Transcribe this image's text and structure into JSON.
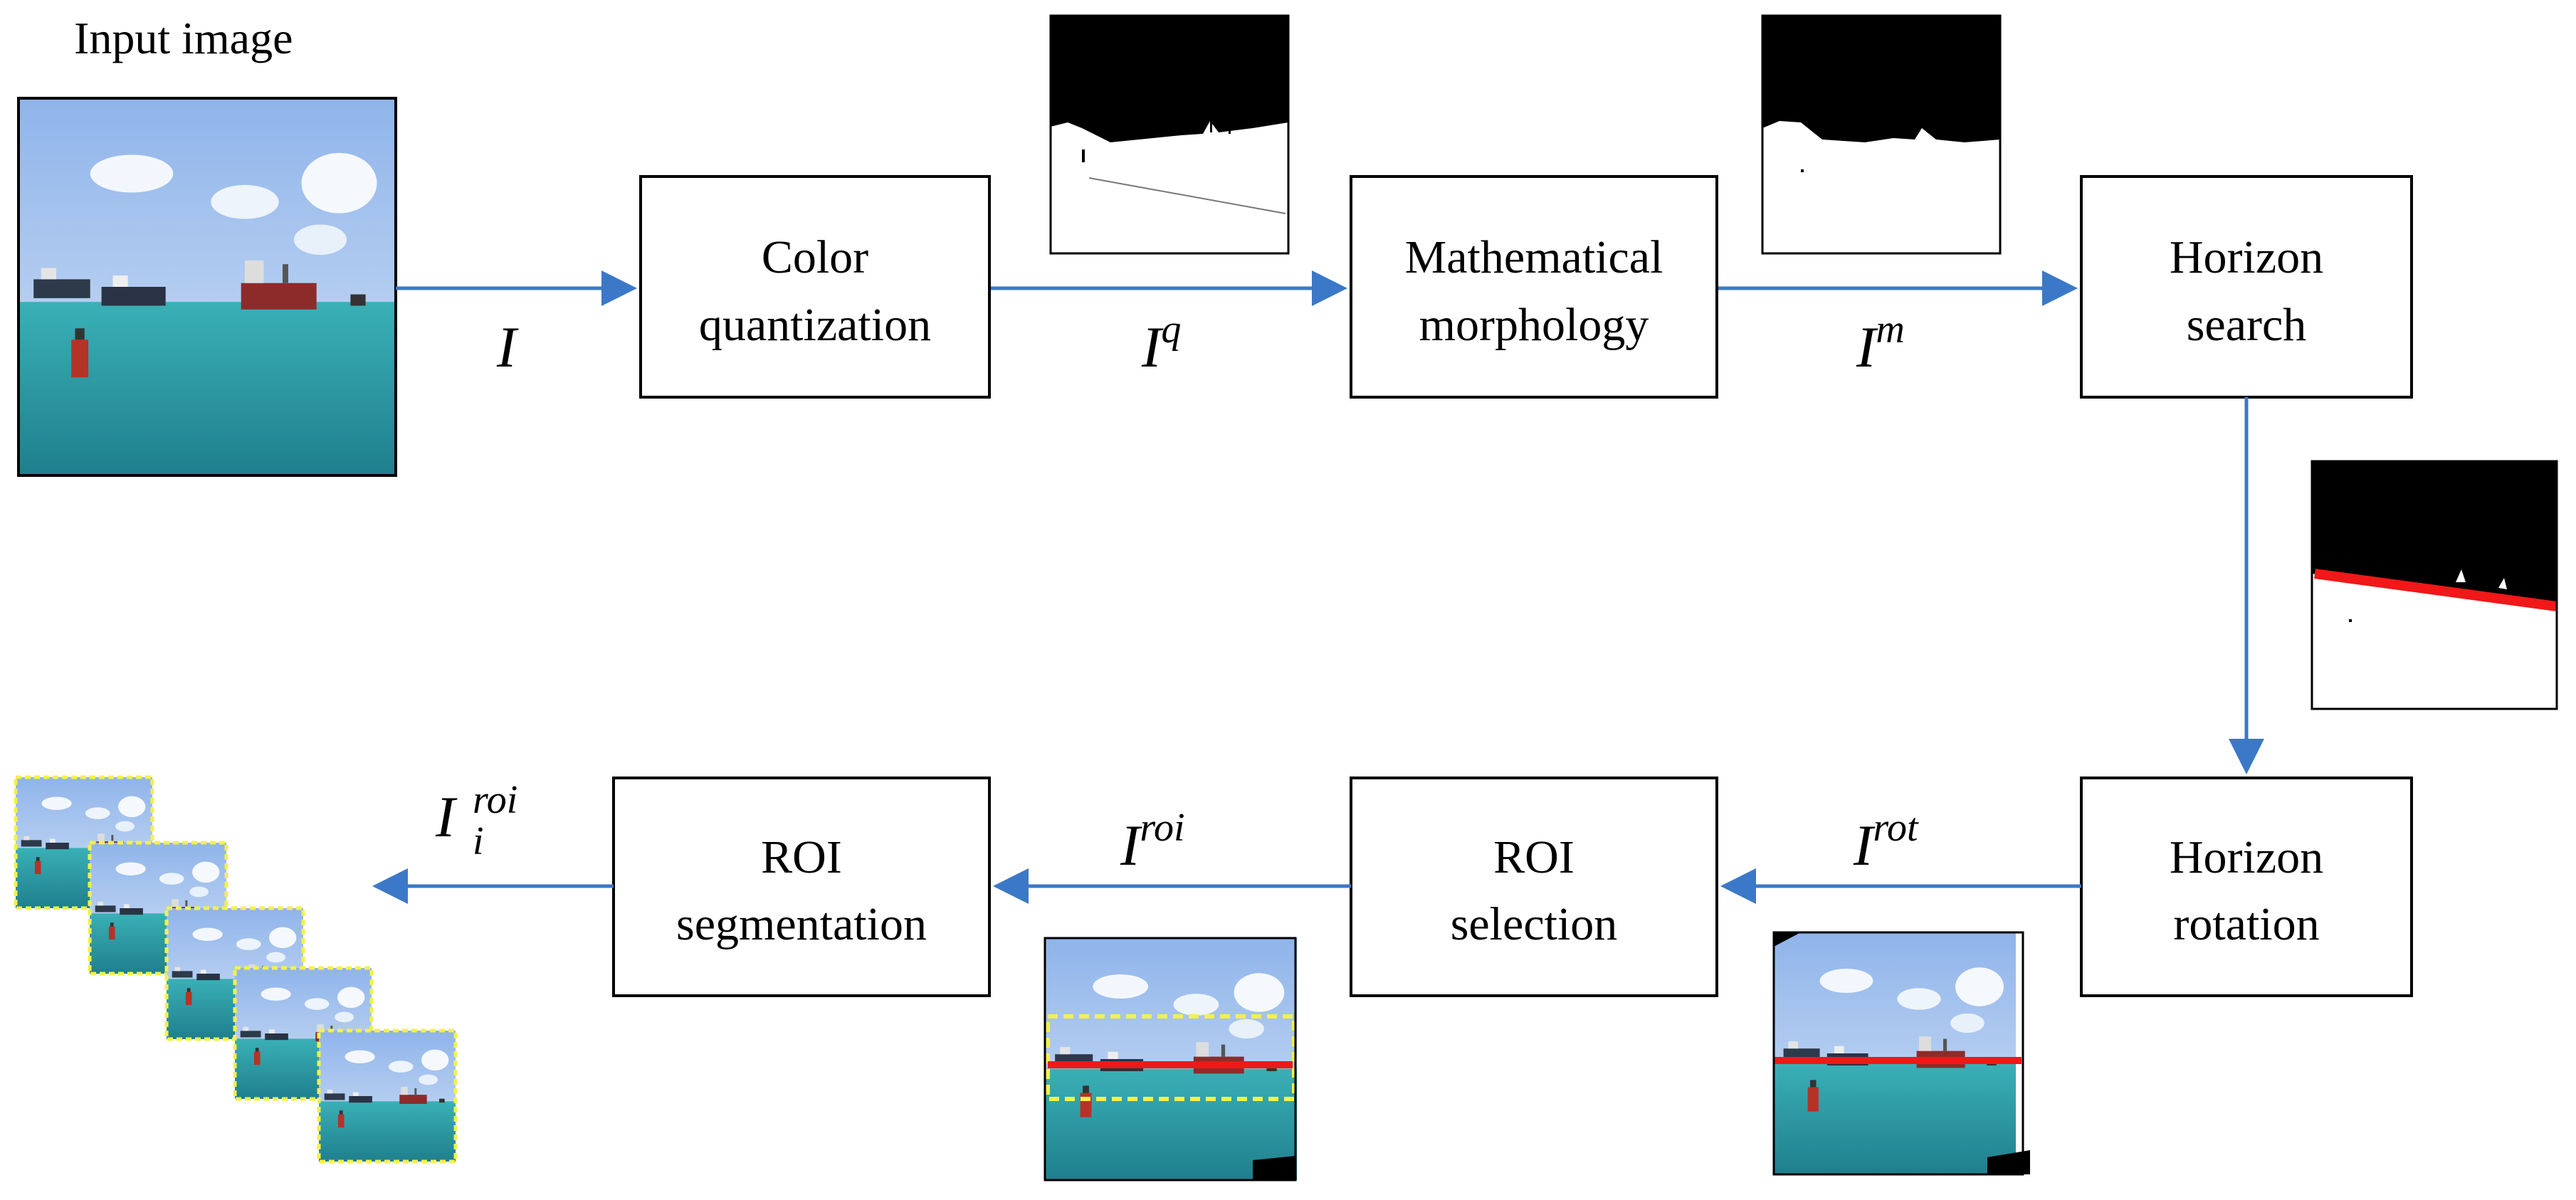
{
  "input_title": "Input image",
  "boxes": {
    "color_quantization": [
      "Color",
      "quantization"
    ],
    "mathematical_morphology": [
      "Mathematical",
      "morphology"
    ],
    "horizon_search": [
      "Horizon",
      "search"
    ],
    "horizon_rotation": [
      "Horizon",
      "rotation"
    ],
    "roi_selection": [
      "ROI",
      "selection"
    ],
    "roi_segmentation": [
      "ROI",
      "segmentation"
    ]
  },
  "edge_labels": {
    "input": {
      "base": "I",
      "sup": "",
      "sub": ""
    },
    "quantized": {
      "base": "I",
      "sup": "q",
      "sub": ""
    },
    "morphology": {
      "base": "I",
      "sup": "m",
      "sub": ""
    },
    "rotated": {
      "base": "I",
      "sup": "rot",
      "sub": ""
    },
    "roi": {
      "base": "I",
      "sup": "roi",
      "sub": ""
    },
    "roi_segments": {
      "base": "I",
      "sup": "roi",
      "sub": "i"
    }
  },
  "colors": {
    "arrow": "#3b78c8",
    "horizon_line": "#f01818",
    "roi_dashed_box": "#f5f04a",
    "box_border": "#000000",
    "sky": "#a9c6ec",
    "sea": "#2f9ca6",
    "mask_dark": "#000000",
    "mask_light": "#ffffff"
  }
}
